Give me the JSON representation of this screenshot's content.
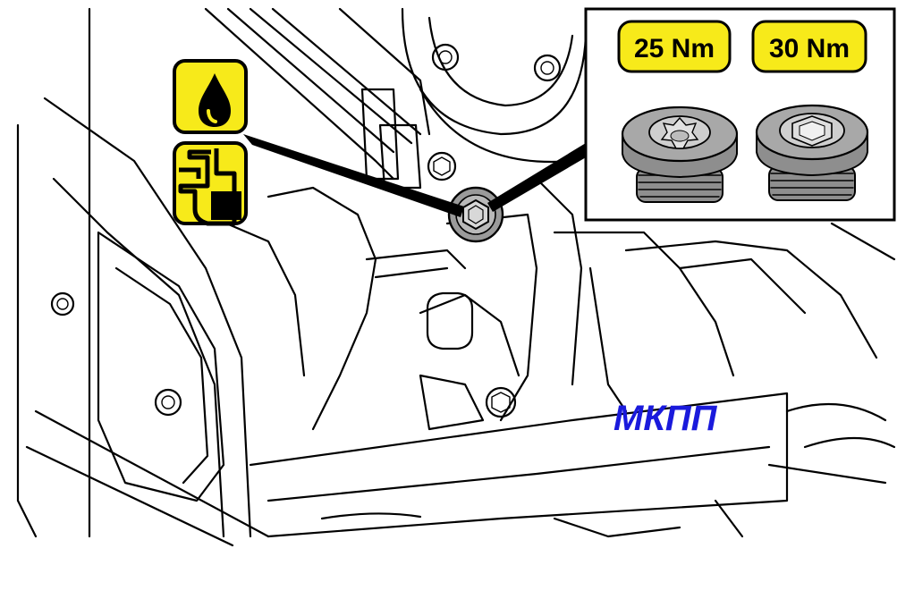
{
  "torque_labels": [
    "25 Nm",
    "30 Nm"
  ],
  "caption": "МКПП",
  "colors": {
    "badge_fill": "#f7ea1a",
    "caption": "#1a1adc",
    "plug_gray": "#9a9a9a",
    "outline": "#000000"
  },
  "icons": [
    "oil-drop-icon",
    "oil-level-icon",
    "torx-plug-icon",
    "hex-plug-icon"
  ]
}
